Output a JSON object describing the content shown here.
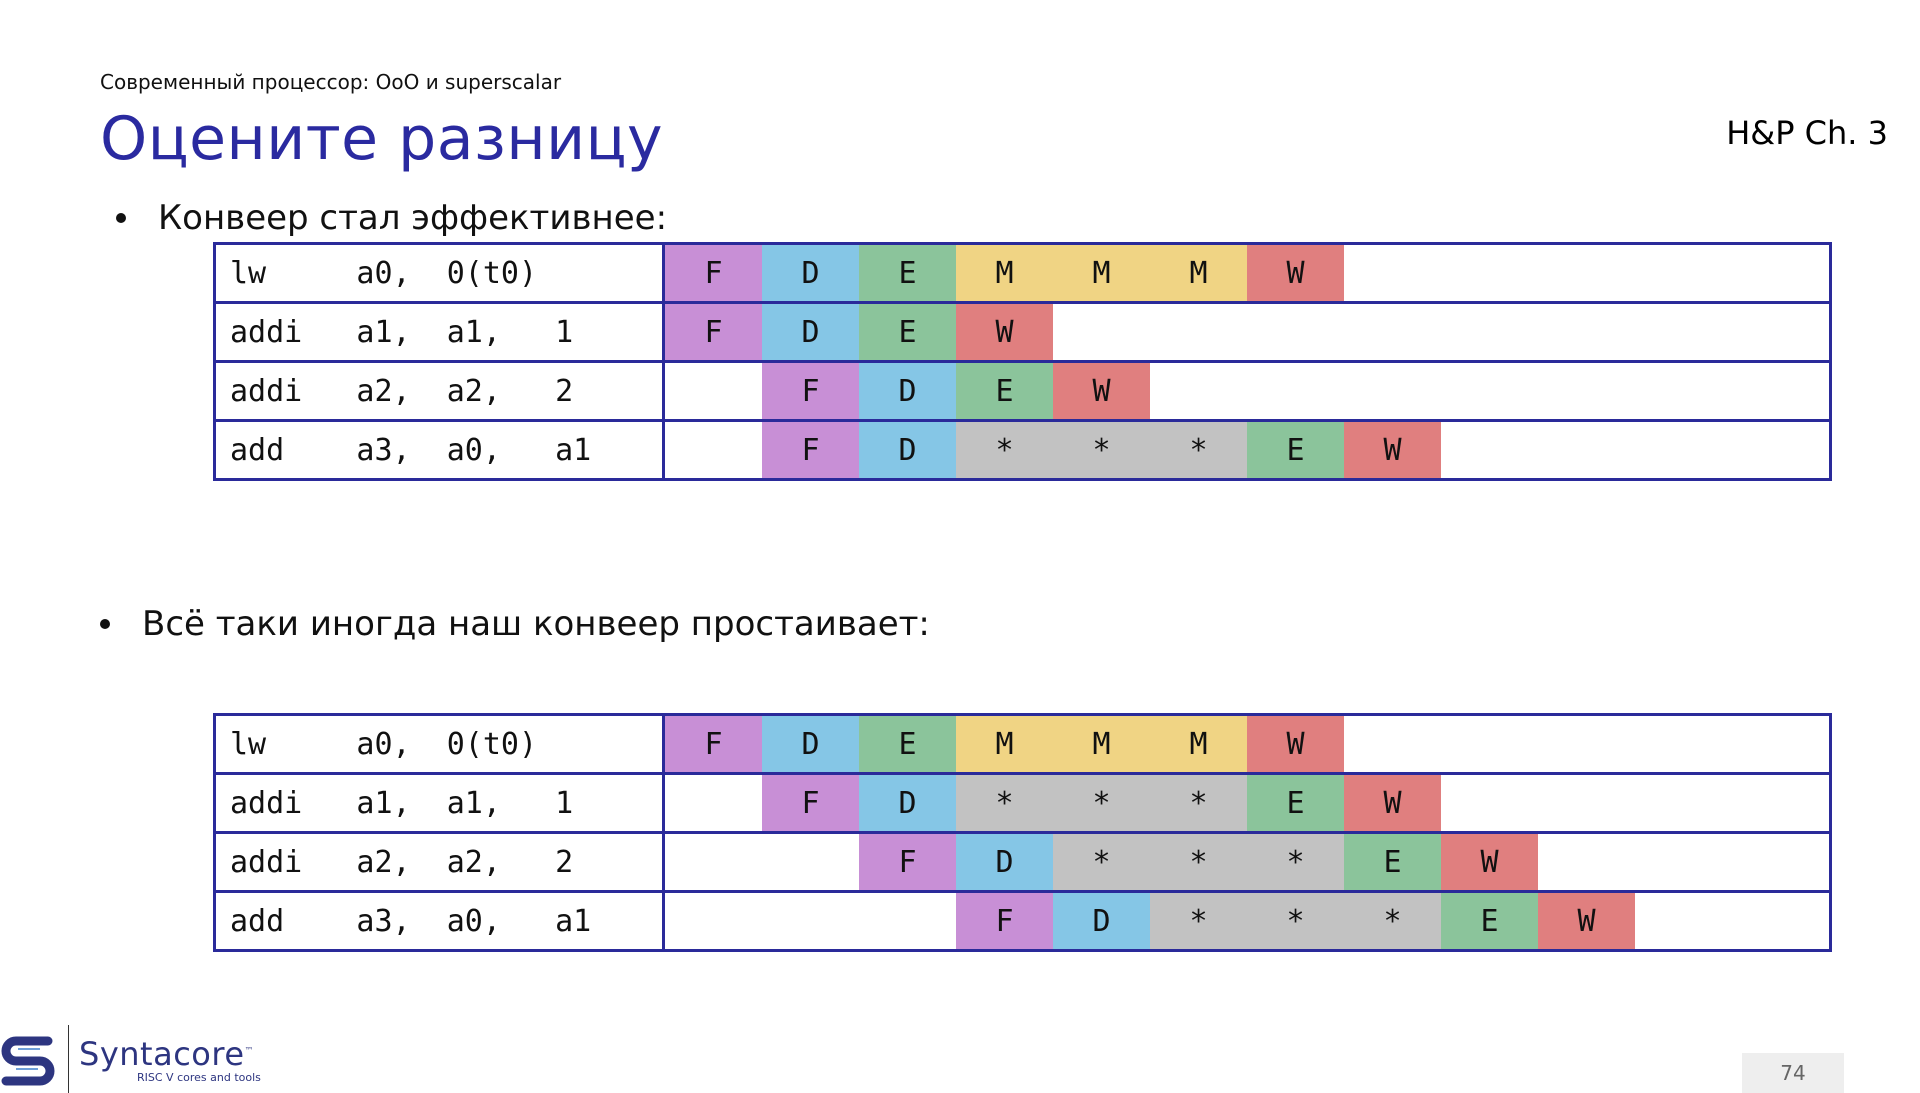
{
  "header": {
    "breadcrumb": "Современный процессор: OoO и superscalar",
    "title": "Оцените разницу",
    "reference": "H&P Ch. 3"
  },
  "sections": [
    {
      "bullet": "Конвеер стал эффективнее:",
      "rows": [
        {
          "instr": "lw     a0,  0(t0)",
          "stages": [
            "F",
            "D",
            "E",
            "M",
            "M",
            "M",
            "W",
            "",
            "",
            "",
            "",
            ""
          ]
        },
        {
          "instr": "addi   a1,  a1,   1",
          "stages": [
            "F",
            "D",
            "E",
            "W",
            "",
            "",
            "",
            "",
            "",
            "",
            "",
            ""
          ]
        },
        {
          "instr": "addi   a2,  a2,   2",
          "stages": [
            "",
            "F",
            "D",
            "E",
            "W",
            "",
            "",
            "",
            "",
            "",
            "",
            ""
          ]
        },
        {
          "instr": "add    a3,  a0,   a1",
          "stages": [
            "",
            "F",
            "D",
            "*",
            "*",
            "*",
            "E",
            "W",
            "",
            "",
            "",
            ""
          ]
        }
      ]
    },
    {
      "bullet": "Всё таки иногда наш конвеер простаивает:",
      "rows": [
        {
          "instr": "lw     a0,  0(t0)",
          "stages": [
            "F",
            "D",
            "E",
            "M",
            "M",
            "M",
            "W",
            "",
            "",
            "",
            "",
            ""
          ]
        },
        {
          "instr": "addi   a1,  a1,   1",
          "stages": [
            "",
            "F",
            "D",
            "*",
            "*",
            "*",
            "E",
            "W",
            "",
            "",
            "",
            ""
          ]
        },
        {
          "instr": "addi   a2,  a2,   2",
          "stages": [
            "",
            "",
            "F",
            "D",
            "*",
            "*",
            "*",
            "E",
            "W",
            "",
            "",
            ""
          ]
        },
        {
          "instr": "add    a3,  a0,   a1",
          "stages": [
            "",
            "",
            "",
            "F",
            "D",
            "*",
            "*",
            "*",
            "E",
            "W",
            "",
            ""
          ]
        }
      ]
    }
  ],
  "stage_colors": {
    "F": "#c88fd6",
    "D": "#85c6e6",
    "E": "#8bc49b",
    "M": "#f0d484",
    "W": "#e07f7f",
    "*": "#c2c2c2"
  },
  "footer": {
    "logo_name": "Syntacore",
    "logo_tm": "™",
    "logo_tagline": "RISC V cores and tools",
    "page_number": "74"
  }
}
